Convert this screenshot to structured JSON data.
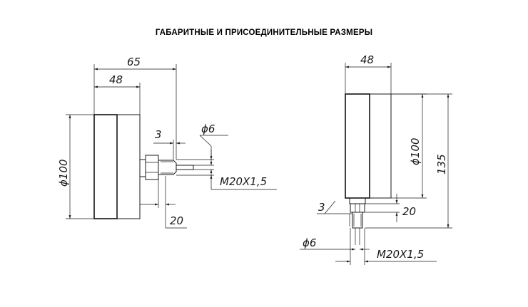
{
  "title": "ГАБАРИТНЫЕ И ПРИСОЕДИНИТЕЛЬНЫЕ РАЗМЕРЫ",
  "side_view": {
    "dim_65": "65",
    "dim_48": "48",
    "dim_3": "3",
    "dim_d6": "ϕ6",
    "dim_d100": "ϕ100",
    "dim_thread": "M20X1,5",
    "dim_20": "20"
  },
  "front_view": {
    "dim_48": "48",
    "dim_d100": "ϕ100",
    "dim_135": "135",
    "dim_3": "3",
    "dim_20": "20",
    "dim_d6": "ϕ6",
    "dim_thread": "M20X1,5"
  }
}
